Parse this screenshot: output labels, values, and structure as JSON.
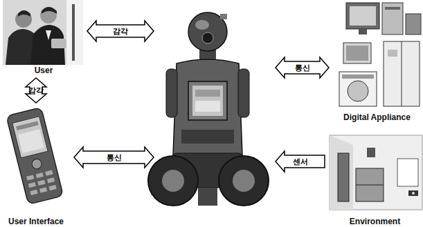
{
  "diagram": {
    "nodes": [
      {
        "text": [
          "User"
        ]
      },
      {
        "text": []
      },
      {
        "text": [
          "Digital Appliance"
        ]
      },
      {
        "text": [
          "User Interface"
        ]
      },
      {
        "text": [
          "Environment"
        ]
      }
    ],
    "edges": [
      {
        "from": 0,
        "to": 1,
        "label": "감각",
        "arrow": "both"
      },
      {
        "from": 1,
        "to": 2,
        "label": "통신",
        "arrow": "both"
      },
      {
        "from": 0,
        "to": 3,
        "label": "감각",
        "arrow": "both"
      },
      {
        "from": 3,
        "to": 1,
        "label": "통신",
        "arrow": "both"
      },
      {
        "from": 4,
        "to": 1,
        "label": "센서",
        "arrow": "to"
      }
    ]
  }
}
